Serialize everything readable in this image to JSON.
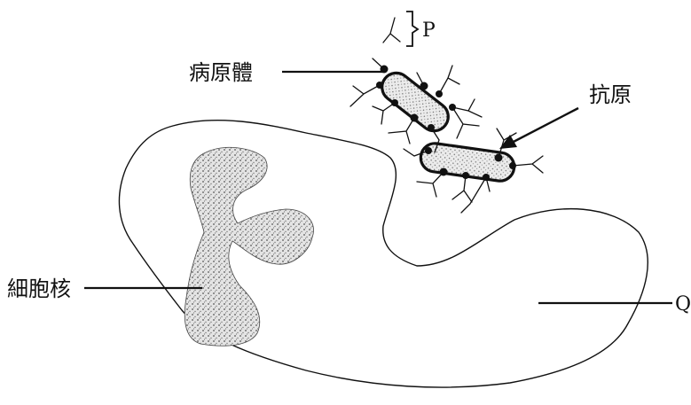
{
  "labels": {
    "pathogen": "病原體",
    "antigen": "抗原",
    "nucleus": "細胞核",
    "p": "P",
    "q": "Q"
  }
}
